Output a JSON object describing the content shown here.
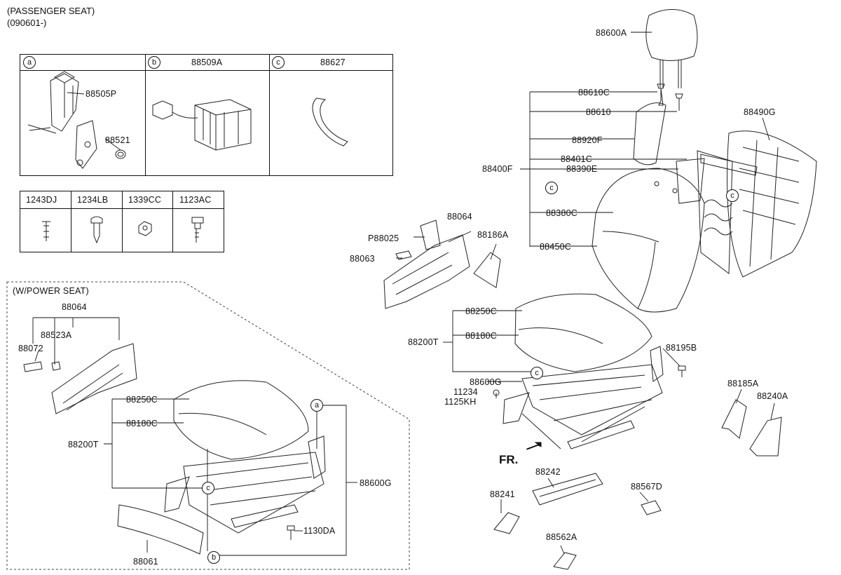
{
  "header": {
    "line1": "(PASSENGER SEAT)",
    "line2": "(090601-)"
  },
  "top_table": {
    "cells": [
      {
        "circle": "a",
        "title": ""
      },
      {
        "circle": "b",
        "title": "88509A"
      },
      {
        "circle": "c",
        "title": "88627"
      }
    ],
    "labels": [
      "88505P",
      "88521"
    ]
  },
  "fastener_table": {
    "headers": [
      "1243DJ",
      "1234LB",
      "1339CC",
      "1123AC"
    ]
  },
  "power_seat": {
    "title": "(W/POWER SEAT)",
    "labels": {
      "l88064": "88064",
      "l88523A": "88523A",
      "l88072": "88072",
      "l88250C": "88250C",
      "l88180C": "88180C",
      "l88200T": "88200T",
      "l88600G": "88600G",
      "l1130DA": "1130DA",
      "l88061": "88061",
      "ca": "a",
      "cb": "b",
      "cc": "c"
    }
  },
  "main": {
    "labels": {
      "l88600A": "88600A",
      "l88610C": "88610C",
      "l88610": "88610",
      "l88490G": "88490G",
      "l88920F": "88920F",
      "l88401C": "88401C",
      "l88400F": "88400F",
      "l88390E": "88390E",
      "l88380C": "88380C",
      "l88450C": "88450C",
      "l88064": "88064",
      "lP88025": "P88025",
      "l88186A": "88186A",
      "l88063": "88063",
      "l88250C": "88250C",
      "l88180C": "88180C",
      "l88200T": "88200T",
      "l88195B": "88195B",
      "l88600G": "88600G",
      "l11234": "11234",
      "l1125KH": "1125KH",
      "l88185A": "88185A",
      "l88240A": "88240A",
      "l88242": "88242",
      "l88567D": "88567D",
      "l88241": "88241",
      "l88562A": "88562A",
      "fr": "FR.",
      "cc1": "c",
      "cc2": "c",
      "cc3": "c"
    }
  }
}
